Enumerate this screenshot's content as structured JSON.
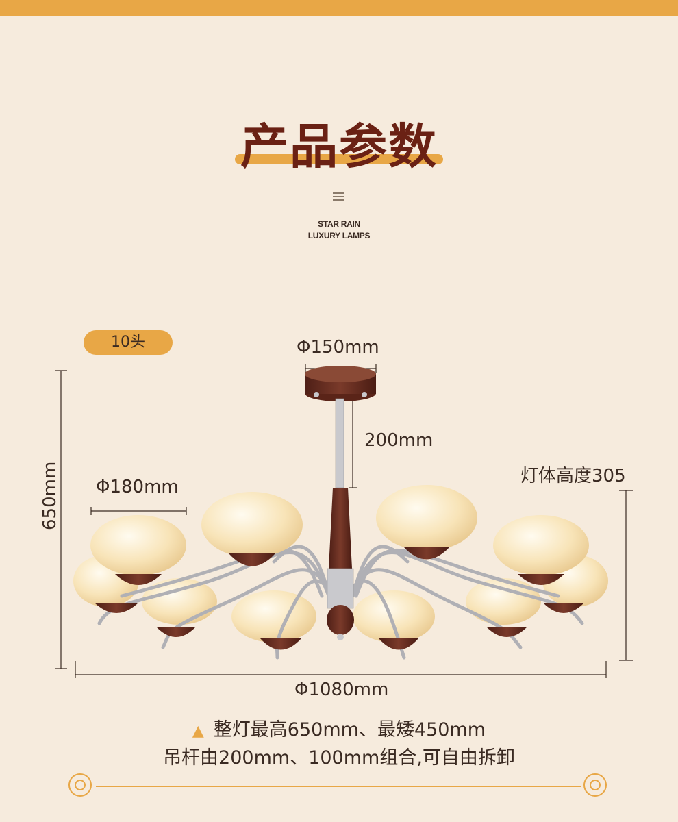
{
  "header": {
    "title": "产品参数",
    "brand_line1": "STAR RAIN",
    "brand_line2": "LUXURY LAMPS"
  },
  "product": {
    "badge": "10头",
    "dim_canopy": "Φ150mm",
    "dim_rod": "200mm",
    "dim_shade": "Φ180mm",
    "dim_total_height": "650mm",
    "dim_body_height": "灯体高度305",
    "dim_width": "Φ1080mm"
  },
  "notes": {
    "line1": "整灯最高650mm、最矮450mm",
    "line2": "吊杆由200mm、100mm组合,可自由拆卸",
    "marker": "▲"
  },
  "colors": {
    "accent": "#e8a746",
    "title": "#6a2114",
    "wood": "#6b2f22",
    "shade": "#f7e2b4",
    "chrome": "#b8b8bc",
    "background": "#f6ebdd"
  }
}
